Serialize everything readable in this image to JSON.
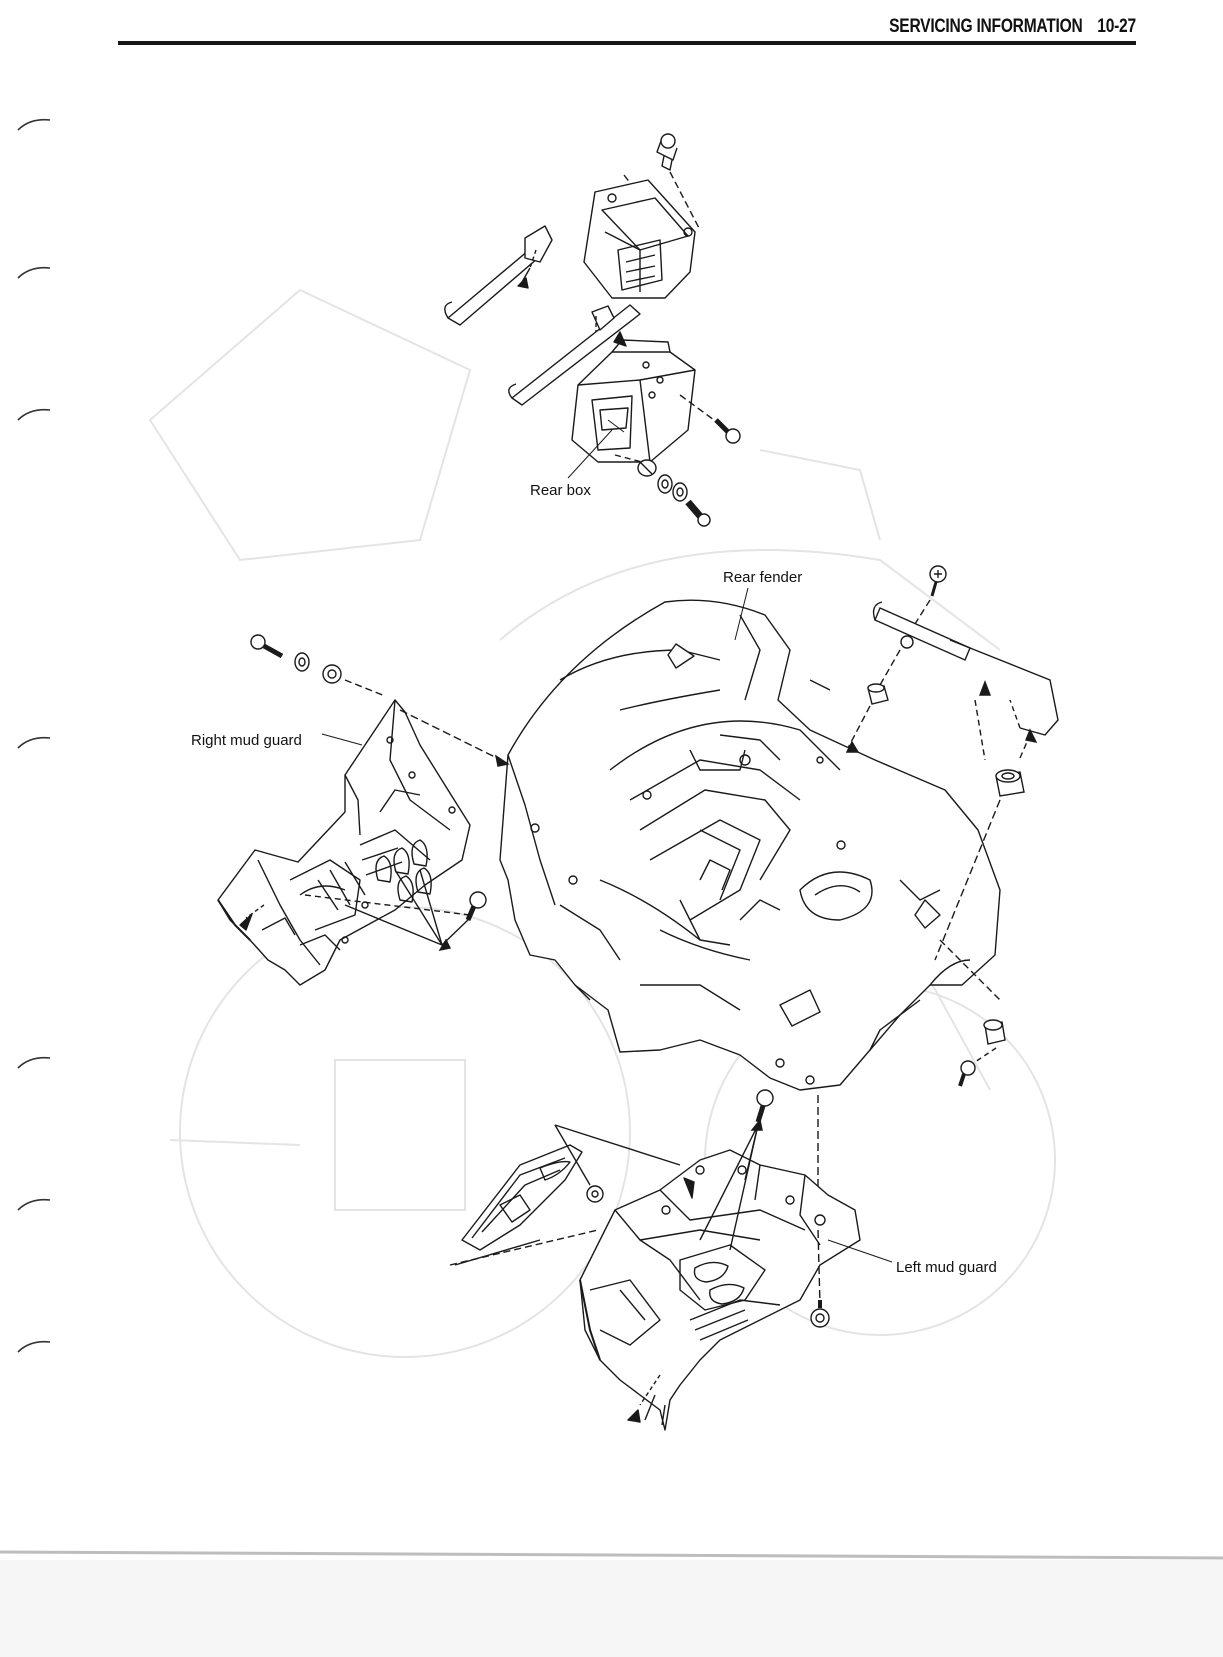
{
  "header": {
    "section_title": "SERVICING INFORMATION",
    "page_number": "10-27"
  },
  "labels": {
    "rear_box": "Rear box",
    "rear_fender": "Rear fender",
    "right_mud_guard": "Right mud guard",
    "left_mud_guard": "Left mud guard"
  },
  "colors": {
    "ink": "#111111",
    "ghost": "#e6e6e6",
    "rule": "#161616"
  }
}
